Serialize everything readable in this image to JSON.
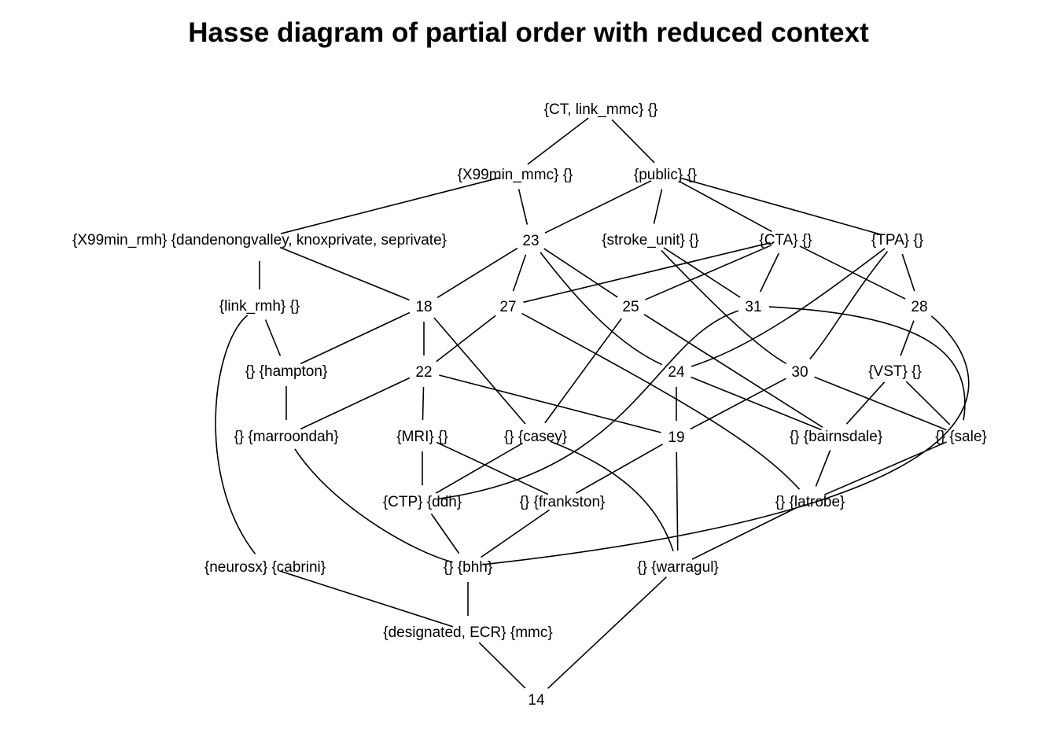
{
  "title": "Hasse diagram of partial order with reduced context",
  "nodes": [
    {
      "id": "n_top",
      "label": "{CT, link_mmc} {}"
    },
    {
      "id": "n_x99mmc",
      "label": "{X99min_mmc} {}"
    },
    {
      "id": "n_public",
      "label": "{public} {}"
    },
    {
      "id": "n_x99rmh",
      "label": "{X99min_rmh} {dandenongvalley, knoxprivate, seprivate}"
    },
    {
      "id": "n_23",
      "label": "23"
    },
    {
      "id": "n_stroke",
      "label": "{stroke_unit} {}"
    },
    {
      "id": "n_cta",
      "label": "{CTA} {}"
    },
    {
      "id": "n_tpa",
      "label": "{TPA} {}"
    },
    {
      "id": "n_linkrmh",
      "label": "{link_rmh} {}"
    },
    {
      "id": "n_18",
      "label": "18"
    },
    {
      "id": "n_27",
      "label": "27"
    },
    {
      "id": "n_25",
      "label": "25"
    },
    {
      "id": "n_31",
      "label": "31"
    },
    {
      "id": "n_28",
      "label": "28"
    },
    {
      "id": "n_hampton",
      "label": "{} {hampton}"
    },
    {
      "id": "n_22",
      "label": "22"
    },
    {
      "id": "n_24",
      "label": "24"
    },
    {
      "id": "n_30",
      "label": "30"
    },
    {
      "id": "n_vst",
      "label": "{VST} {}"
    },
    {
      "id": "n_marroondah",
      "label": "{} {marroondah}"
    },
    {
      "id": "n_mri",
      "label": "{MRI} {}"
    },
    {
      "id": "n_casey",
      "label": "{} {casey}"
    },
    {
      "id": "n_19",
      "label": "19"
    },
    {
      "id": "n_bairnsdale",
      "label": "{} {bairnsdale}"
    },
    {
      "id": "n_sale",
      "label": "{} {sale}"
    },
    {
      "id": "n_ctp",
      "label": "{CTP} {ddh}"
    },
    {
      "id": "n_frankston",
      "label": "{} {frankston}"
    },
    {
      "id": "n_latrobe",
      "label": "{} {latrobe}"
    },
    {
      "id": "n_neurosx",
      "label": "{neurosx} {cabrini}"
    },
    {
      "id": "n_bhh",
      "label": "{} {bhh}"
    },
    {
      "id": "n_warragul",
      "label": "{} {warragul}"
    },
    {
      "id": "n_designated",
      "label": "{designated, ECR} {mmc}"
    },
    {
      "id": "n_14",
      "label": "14"
    }
  ],
  "edges": [
    [
      "n_top",
      "n_x99mmc"
    ],
    [
      "n_top",
      "n_public"
    ],
    [
      "n_x99mmc",
      "n_x99rmh"
    ],
    [
      "n_x99mmc",
      "n_23"
    ],
    [
      "n_public",
      "n_23"
    ],
    [
      "n_public",
      "n_stroke"
    ],
    [
      "n_public",
      "n_cta"
    ],
    [
      "n_public",
      "n_tpa"
    ],
    [
      "n_x99rmh",
      "n_linkrmh"
    ],
    [
      "n_x99rmh",
      "n_18"
    ],
    [
      "n_23",
      "n_18"
    ],
    [
      "n_23",
      "n_27"
    ],
    [
      "n_23",
      "n_25"
    ],
    [
      "n_23",
      "n_24"
    ],
    [
      "n_stroke",
      "n_31"
    ],
    [
      "n_stroke",
      "n_30"
    ],
    [
      "n_cta",
      "n_27"
    ],
    [
      "n_cta",
      "n_25"
    ],
    [
      "n_cta",
      "n_31"
    ],
    [
      "n_cta",
      "n_28"
    ],
    [
      "n_tpa",
      "n_28"
    ],
    [
      "n_tpa",
      "n_24"
    ],
    [
      "n_tpa",
      "n_30"
    ],
    [
      "n_linkrmh",
      "n_hampton"
    ],
    [
      "n_linkrmh",
      "n_neurosx"
    ],
    [
      "n_18",
      "n_hampton"
    ],
    [
      "n_18",
      "n_22"
    ],
    [
      "n_18",
      "n_casey"
    ],
    [
      "n_27",
      "n_22"
    ],
    [
      "n_27",
      "n_latrobe"
    ],
    [
      "n_25",
      "n_casey"
    ],
    [
      "n_25",
      "n_bairnsdale"
    ],
    [
      "n_31",
      "n_ctp"
    ],
    [
      "n_31",
      "n_sale"
    ],
    [
      "n_28",
      "n_vst"
    ],
    [
      "n_28",
      "n_bhh"
    ],
    [
      "n_hampton",
      "n_marroondah"
    ],
    [
      "n_22",
      "n_marroondah"
    ],
    [
      "n_22",
      "n_mri"
    ],
    [
      "n_22",
      "n_19"
    ],
    [
      "n_24",
      "n_19"
    ],
    [
      "n_24",
      "n_bairnsdale"
    ],
    [
      "n_30",
      "n_19"
    ],
    [
      "n_30",
      "n_sale"
    ],
    [
      "n_vst",
      "n_bairnsdale"
    ],
    [
      "n_vst",
      "n_sale"
    ],
    [
      "n_marroondah",
      "n_bhh"
    ],
    [
      "n_mri",
      "n_ctp"
    ],
    [
      "n_mri",
      "n_frankston"
    ],
    [
      "n_casey",
      "n_ctp"
    ],
    [
      "n_casey",
      "n_warragul"
    ],
    [
      "n_19",
      "n_frankston"
    ],
    [
      "n_19",
      "n_warragul"
    ],
    [
      "n_bairnsdale",
      "n_latrobe"
    ],
    [
      "n_sale",
      "n_latrobe"
    ],
    [
      "n_ctp",
      "n_bhh"
    ],
    [
      "n_frankston",
      "n_bhh"
    ],
    [
      "n_latrobe",
      "n_warragul"
    ],
    [
      "n_neurosx",
      "n_designated"
    ],
    [
      "n_bhh",
      "n_designated"
    ],
    [
      "n_warragul",
      "n_14"
    ],
    [
      "n_designated",
      "n_14"
    ]
  ]
}
